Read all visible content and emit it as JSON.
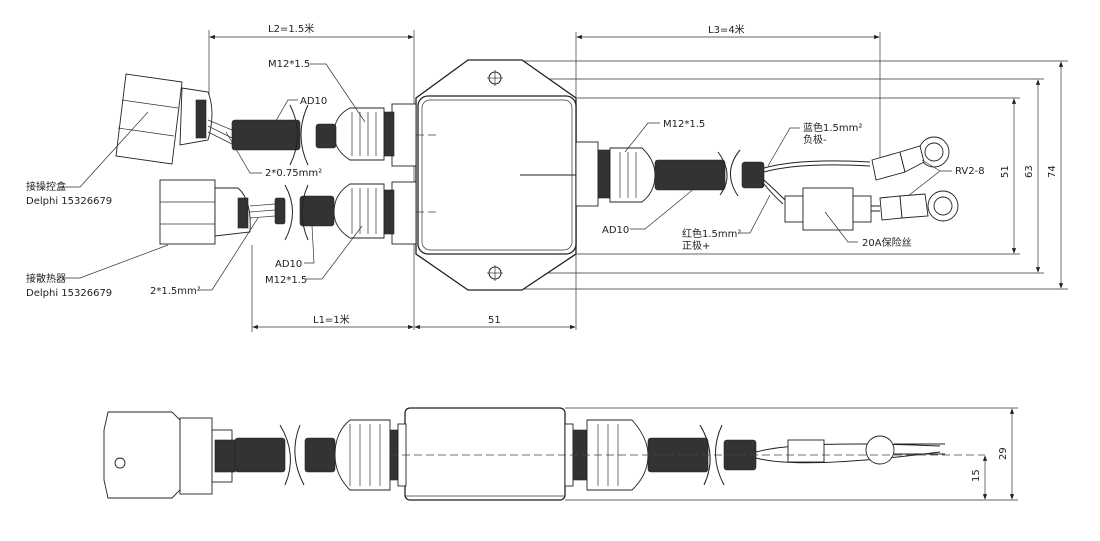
{
  "top_view": {
    "dimensions": {
      "L2": "L2=1.5米",
      "L3": "L3=4米",
      "L1": "L1=1米",
      "body_width": "51",
      "h51": "51",
      "h63": "63",
      "h74": "74"
    },
    "labels": {
      "gland_top": "M12*1.5",
      "ad10_top": "AD10",
      "wire_075": "2*0.75mm²",
      "control_box_cn": "接操控盒",
      "control_box_part": "Delphi 15326679",
      "heatsink_cn": "接散热器",
      "heatsink_part": "Delphi 15326679",
      "wire_15": "2*1.5mm²",
      "ad10_bottom": "AD10",
      "gland_bottom": "M12*1.5",
      "gland_right": "M12*1.5",
      "ad10_right": "AD10",
      "blue_wire": "蓝色1.5mm²",
      "negative": "负极-",
      "red_wire": "红色1.5mm²",
      "positive": "正极+",
      "ring_terminal": "RV2-8",
      "fuse": "20A保险丝"
    }
  },
  "side_view": {
    "dimensions": {
      "h29": "29",
      "h15": "15"
    }
  }
}
